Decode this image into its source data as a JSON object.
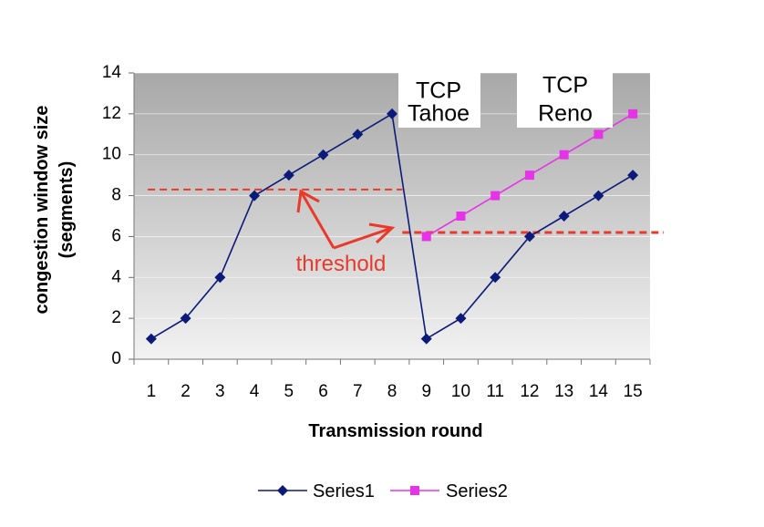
{
  "chart_data": {
    "type": "line",
    "title": "",
    "xlabel": "Transmission round",
    "ylabel": "congestion window size (segments)",
    "ylabel_lines": [
      "congestion window size",
      "(segments)"
    ],
    "categories": [
      "1",
      "2",
      "3",
      "4",
      "5",
      "6",
      "7",
      "8",
      "9",
      "10",
      "11",
      "12",
      "13",
      "14",
      "15"
    ],
    "ylim": [
      0,
      14
    ],
    "yticks": [
      "0",
      "2",
      "4",
      "6",
      "8",
      "10",
      "12",
      "14"
    ],
    "grid": true,
    "legend": "bottom",
    "series": [
      {
        "name": "Series1",
        "color": "#0c1a7a",
        "marker": "diamond",
        "points": [
          [
            1,
            1
          ],
          [
            2,
            2
          ],
          [
            3,
            4
          ],
          [
            4,
            8
          ],
          [
            5,
            9
          ],
          [
            6,
            10
          ],
          [
            7,
            11
          ],
          [
            8,
            12
          ],
          [
            9,
            1
          ],
          [
            10,
            2
          ],
          [
            11,
            4
          ],
          [
            12,
            6
          ],
          [
            13,
            7
          ],
          [
            14,
            8
          ],
          [
            15,
            9
          ]
        ]
      },
      {
        "name": "Series2",
        "color": "#e733e8",
        "marker": "square",
        "points": [
          [
            9,
            6
          ],
          [
            10,
            7
          ],
          [
            11,
            8
          ],
          [
            12,
            9
          ],
          [
            13,
            10
          ],
          [
            14,
            11
          ],
          [
            15,
            12
          ]
        ]
      }
    ],
    "thresholds": [
      {
        "y": 8.3,
        "x_from": 0.9,
        "x_to": 8.3,
        "color": "#e8392a"
      },
      {
        "y": 6.2,
        "x_from": 8.3,
        "x_to": 15.9,
        "color": "#e8392a"
      }
    ],
    "annotations": {
      "tahoe": [
        "TCP",
        "Tahoe"
      ],
      "reno": [
        "TCP",
        "Reno"
      ],
      "threshold": "threshold"
    }
  }
}
